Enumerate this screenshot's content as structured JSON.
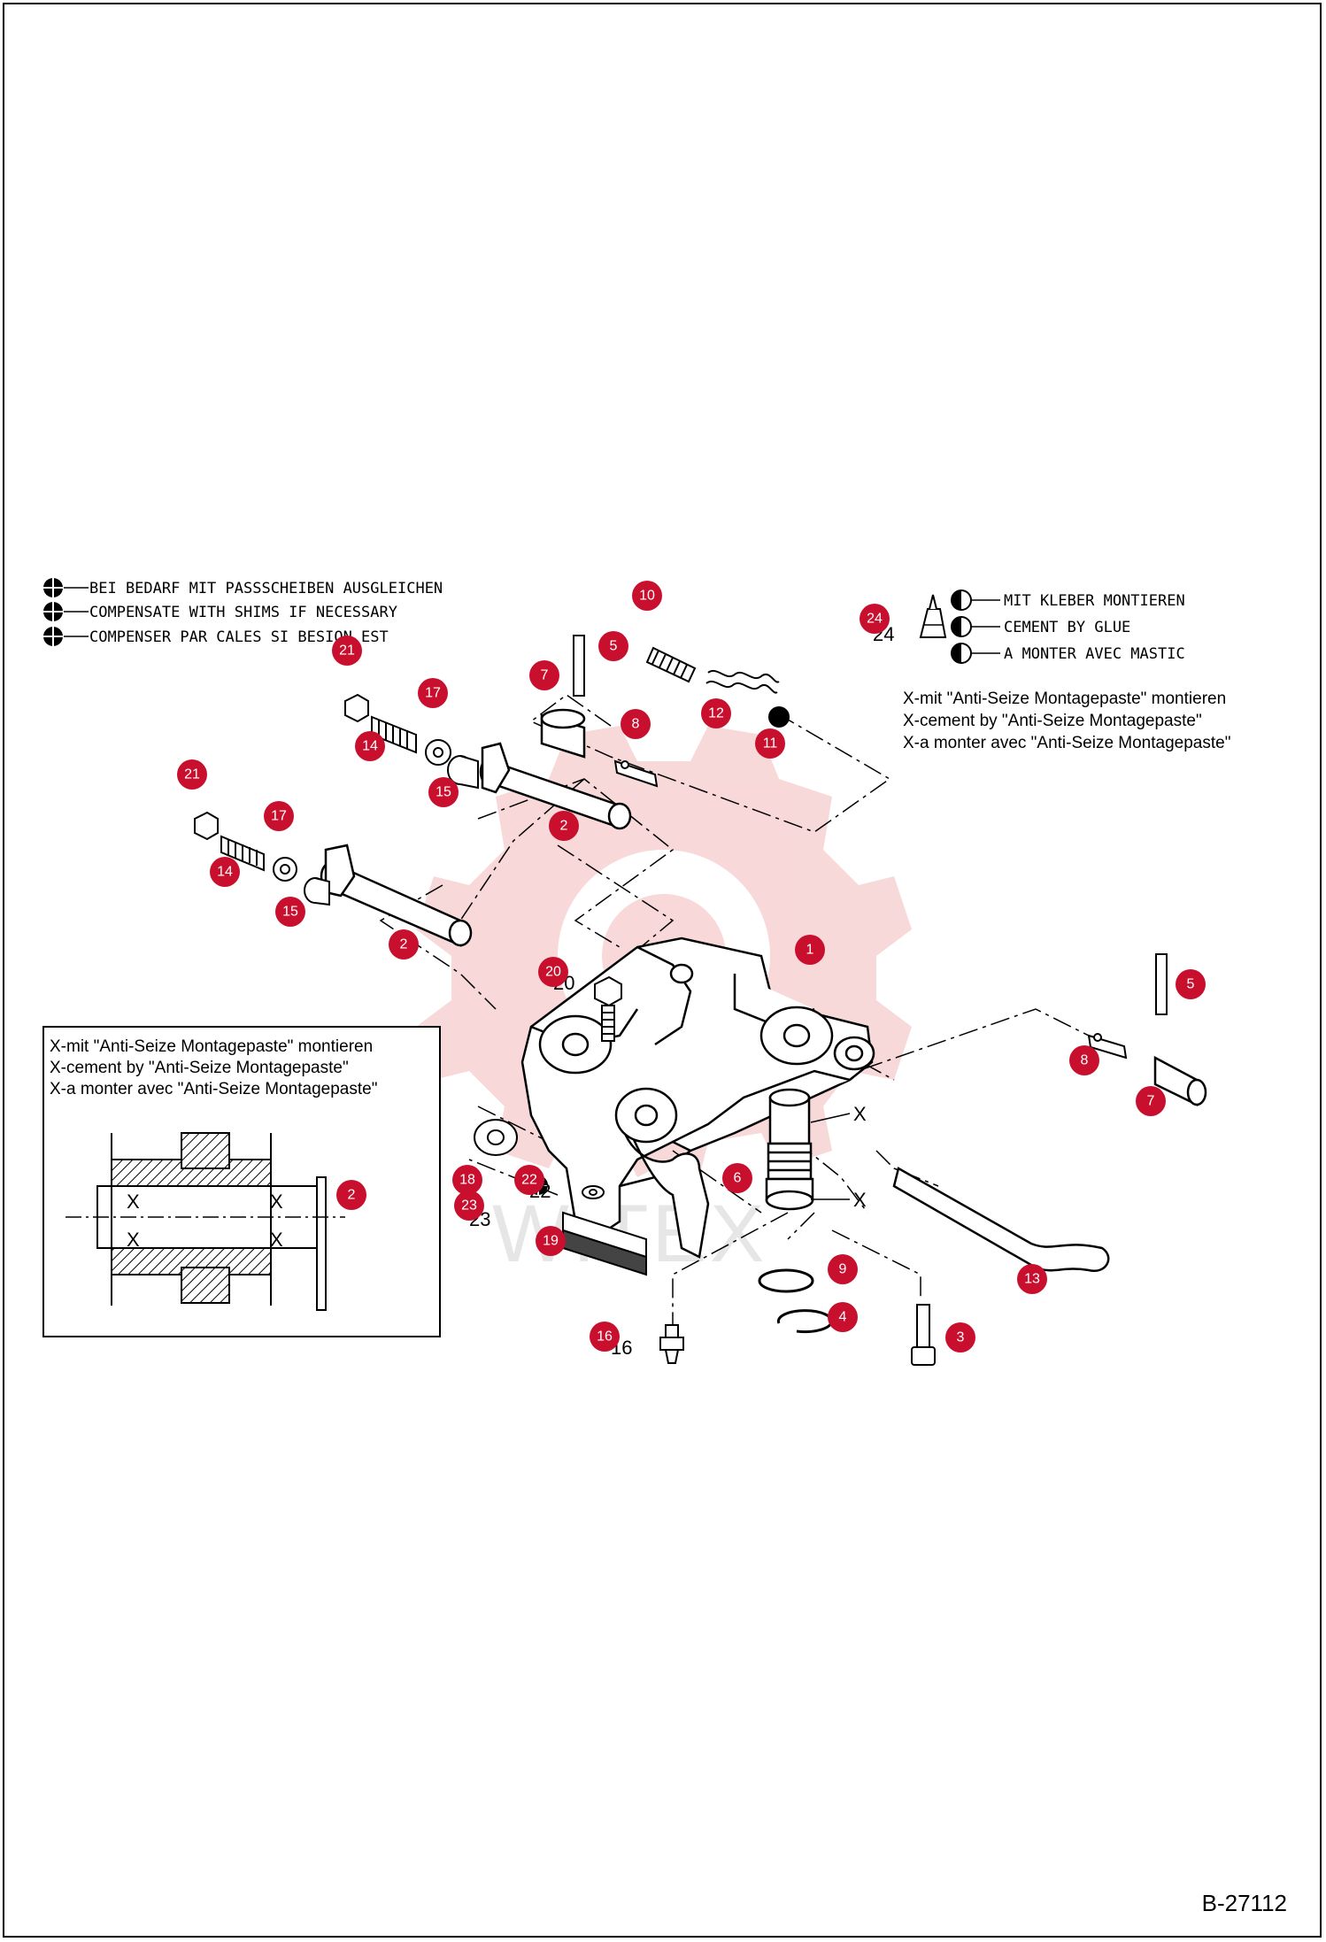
{
  "legend_shims": [
    "BEI BEDARF MIT PASSSCHEIBEN AUSGLEICHEN",
    "COMPENSATE WITH SHIMS IF NECESSARY",
    "COMPENSER PAR CALES SI BESION EST"
  ],
  "legend_glue": [
    "MIT KLEBER MONTIEREN",
    "CEMENT BY GLUE",
    "A MONTER AVEC MASTIC"
  ],
  "legend_antiseize": [
    "X-mit \"Anti-Seize Montagepaste\" montieren",
    "X-cement by \"Anti-Seize Montagepaste\"",
    "X-a monter avec \"Anti-Seize Montagepaste\""
  ],
  "detail_legend": [
    "X-mit \"Anti-Seize Montagepaste\" montieren",
    "X-cement by \"Anti-Seize Montagepaste\"",
    "X-a monter avec \"Anti-Seize Montagepaste\""
  ],
  "x_marker": "X",
  "watermark": "WITEX",
  "document_number": "B-27112",
  "colors": {
    "callout": "#c8102e",
    "watermark": "#f3b9b9"
  },
  "callouts": [
    {
      "id": "c1",
      "label": "1"
    },
    {
      "id": "c2a",
      "label": "2"
    },
    {
      "id": "c2b",
      "label": "2"
    },
    {
      "id": "c2c",
      "label": "2"
    },
    {
      "id": "c3",
      "label": "3"
    },
    {
      "id": "c4",
      "label": "4"
    },
    {
      "id": "c5a",
      "label": "5"
    },
    {
      "id": "c5b",
      "label": "5"
    },
    {
      "id": "c6",
      "label": "6"
    },
    {
      "id": "c7a",
      "label": "7"
    },
    {
      "id": "c7b",
      "label": "7"
    },
    {
      "id": "c8a",
      "label": "8"
    },
    {
      "id": "c8b",
      "label": "8"
    },
    {
      "id": "c9",
      "label": "9"
    },
    {
      "id": "c10",
      "label": "10"
    },
    {
      "id": "c11",
      "label": "11"
    },
    {
      "id": "c12",
      "label": "12"
    },
    {
      "id": "c13",
      "label": "13"
    },
    {
      "id": "c14a",
      "label": "14"
    },
    {
      "id": "c14b",
      "label": "14"
    },
    {
      "id": "c15a",
      "label": "15"
    },
    {
      "id": "c15b",
      "label": "15"
    },
    {
      "id": "c16",
      "label": "16"
    },
    {
      "id": "c17a",
      "label": "17"
    },
    {
      "id": "c17b",
      "label": "17"
    },
    {
      "id": "c18",
      "label": "18"
    },
    {
      "id": "c19",
      "label": "19"
    },
    {
      "id": "c20",
      "label": "20"
    },
    {
      "id": "c21a",
      "label": "21"
    },
    {
      "id": "c21b",
      "label": "21"
    },
    {
      "id": "c22",
      "label": "22"
    },
    {
      "id": "c23",
      "label": "23"
    },
    {
      "id": "c24",
      "label": "24"
    }
  ],
  "part_numbers": [
    {
      "id": "n20",
      "label": "20"
    },
    {
      "id": "n22",
      "label": "22"
    },
    {
      "id": "n23",
      "label": "23"
    },
    {
      "id": "n24",
      "label": "24"
    },
    {
      "id": "n16",
      "label": "16"
    }
  ]
}
